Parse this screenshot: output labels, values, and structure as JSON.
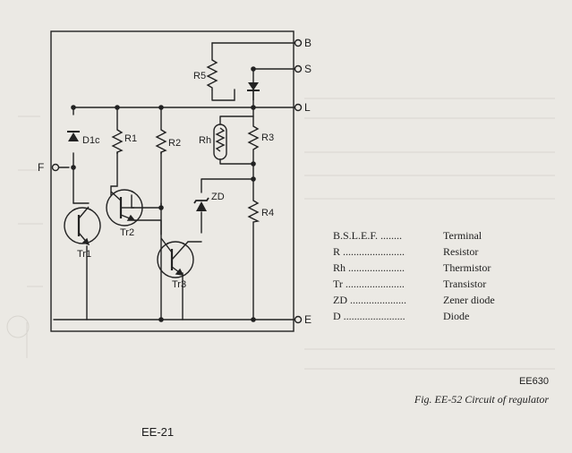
{
  "terminals": {
    "B": "B",
    "S": "S",
    "L": "L",
    "F": "F",
    "E": "E"
  },
  "components": {
    "R5": "R5",
    "R1": "R1",
    "R2": "R2",
    "Rh": "Rh",
    "R3": "R3",
    "R4": "R4",
    "D1c": "D1c",
    "ZD": "ZD",
    "Tr1": "Tr1",
    "Tr2": "Tr2",
    "Tr3": "Tr3"
  },
  "legend": [
    {
      "key": "B.S.L.E.F. ........",
      "value": "Terminal"
    },
    {
      "key": "R .......................",
      "value": "Resistor"
    },
    {
      "key": "Rh .....................",
      "value": "Thermistor"
    },
    {
      "key": "Tr ......................",
      "value": "Transistor"
    },
    {
      "key": "ZD .....................",
      "value": "Zener diode"
    },
    {
      "key": "D .......................",
      "value": "Diode"
    }
  ],
  "figure_code": "EE630",
  "caption": "Fig. EE-52  Circuit of regulator",
  "page_number": "EE-21"
}
